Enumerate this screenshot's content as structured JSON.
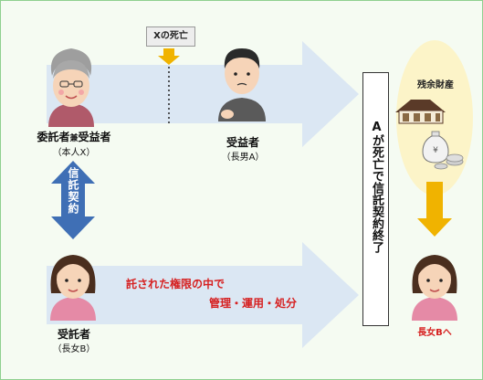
{
  "event_tag": "Xの死亡",
  "settlor": {
    "title_pre": "委託者",
    "title_mid": "兼",
    "title_post": "受益者",
    "sub": "（本人X）"
  },
  "beneficiary": {
    "title": "受益者",
    "sub": "（長男A）"
  },
  "contract": "信託契約",
  "trustee": {
    "title": "受託者",
    "sub": "（長女B）"
  },
  "trustee_duty": {
    "line1": "託された権限の中で",
    "line2": "管理・運用・処分"
  },
  "termination": "Aが死亡で信託契約終了",
  "residual": "残余財産",
  "recipient": "長女Bへ",
  "colors": {
    "arrow_fill": "#dbe7f3",
    "contract_arrow": "#3f6fb5",
    "down_arrow": "#f0b300",
    "ellipse": "#fcf4c8",
    "duty_text": "#d62020",
    "recipient_text": "#d62020"
  }
}
